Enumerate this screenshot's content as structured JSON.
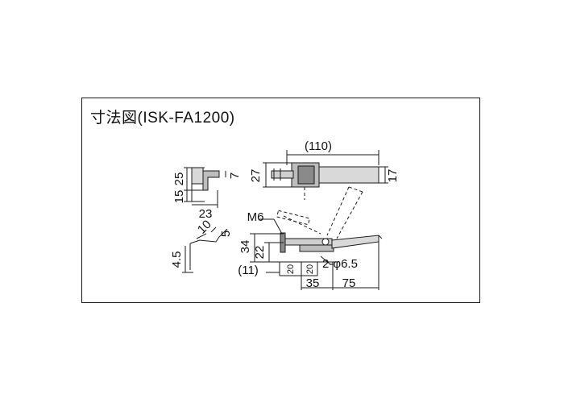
{
  "title": "寸法図(ISK-FA1200)",
  "labels": {
    "d110": "(110)",
    "d27": "27",
    "d17": "17",
    "d25": "25",
    "d7": "7",
    "d15": "15",
    "d23": "23",
    "m6": "M6",
    "d10": "10",
    "d5": "5",
    "d34": "34",
    "d22": "22",
    "d4_5": "4.5",
    "d11": "(11)",
    "d20a": "20",
    "d20b": "20",
    "hole": "2-φ6.5",
    "d35": "35",
    "d75": "75"
  },
  "colors": {
    "line": "#1a1a1a",
    "part_fill": "#bdbdbd",
    "part_dark": "#8a8a8a"
  }
}
